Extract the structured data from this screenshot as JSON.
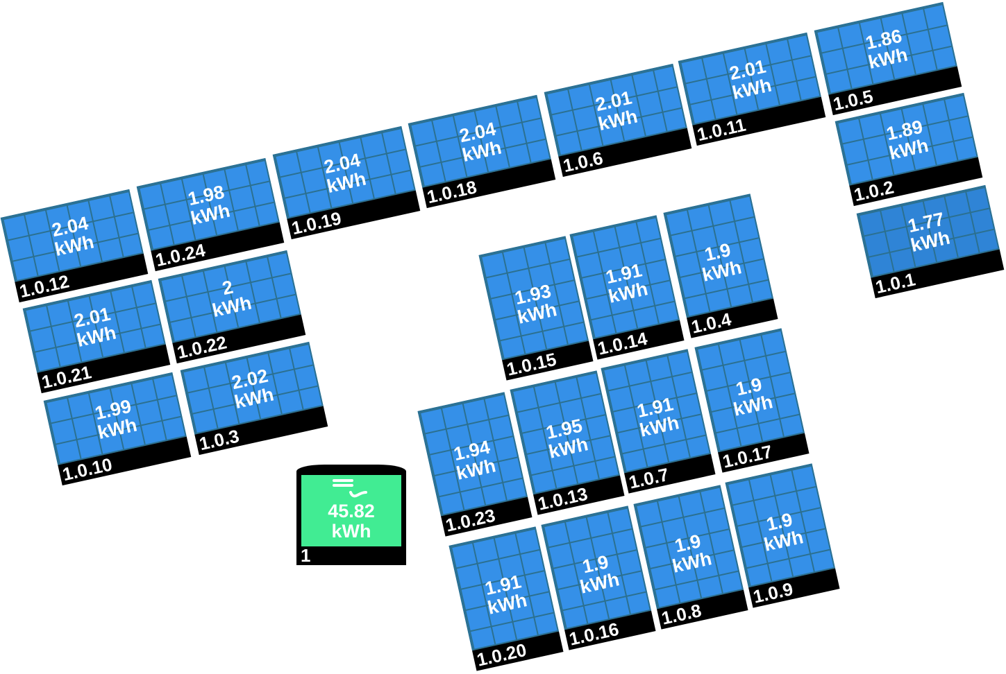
{
  "unit": "kWh",
  "gateway": {
    "id": "1",
    "energy": "45.82",
    "unit": "kWh",
    "icon": "ac-power-icon",
    "color": "#41ec93"
  },
  "panel_color": "#3590e8",
  "panels": [
    {
      "id": "1.0.12",
      "energy": "2.04",
      "unit": "kWh"
    },
    {
      "id": "1.0.24",
      "energy": "1.98",
      "unit": "kWh"
    },
    {
      "id": "1.0.19",
      "energy": "2.04",
      "unit": "kWh"
    },
    {
      "id": "1.0.18",
      "energy": "2.04",
      "unit": "kWh"
    },
    {
      "id": "1.0.6",
      "energy": "2.01",
      "unit": "kWh"
    },
    {
      "id": "1.0.11",
      "energy": "2.01",
      "unit": "kWh"
    },
    {
      "id": "1.0.5",
      "energy": "1.86",
      "unit": "kWh"
    },
    {
      "id": "1.0.2",
      "energy": "1.89",
      "unit": "kWh"
    },
    {
      "id": "1.0.1",
      "energy": "1.77",
      "unit": "kWh"
    },
    {
      "id": "1.0.21",
      "energy": "2.01",
      "unit": "kWh"
    },
    {
      "id": "1.0.22",
      "energy": "2",
      "unit": "kWh"
    },
    {
      "id": "1.0.10",
      "energy": "1.99",
      "unit": "kWh"
    },
    {
      "id": "1.0.3",
      "energy": "2.02",
      "unit": "kWh"
    },
    {
      "id": "1.0.15",
      "energy": "1.93",
      "unit": "kWh"
    },
    {
      "id": "1.0.14",
      "energy": "1.91",
      "unit": "kWh"
    },
    {
      "id": "1.0.4",
      "energy": "1.9",
      "unit": "kWh"
    },
    {
      "id": "1.0.23",
      "energy": "1.94",
      "unit": "kWh"
    },
    {
      "id": "1.0.13",
      "energy": "1.95",
      "unit": "kWh"
    },
    {
      "id": "1.0.7",
      "energy": "1.91",
      "unit": "kWh"
    },
    {
      "id": "1.0.17",
      "energy": "1.9",
      "unit": "kWh"
    },
    {
      "id": "1.0.20",
      "energy": "1.91",
      "unit": "kWh"
    },
    {
      "id": "1.0.16",
      "energy": "1.9",
      "unit": "kWh"
    },
    {
      "id": "1.0.8",
      "energy": "1.9",
      "unit": "kWh"
    },
    {
      "id": "1.0.9",
      "energy": "1.9",
      "unit": "kWh"
    }
  ]
}
